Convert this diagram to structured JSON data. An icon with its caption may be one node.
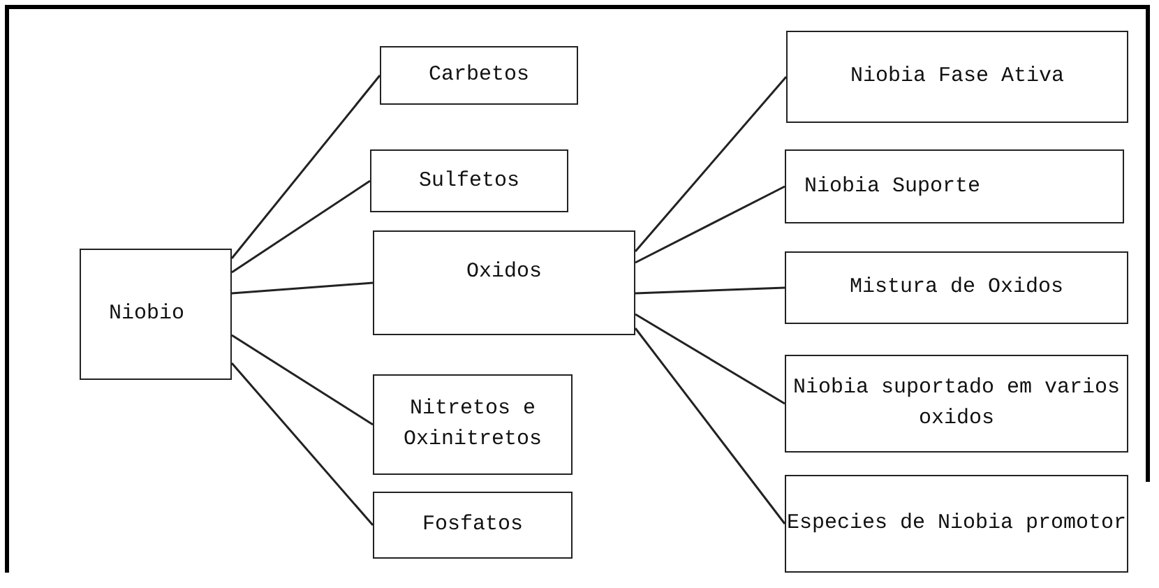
{
  "diagram": {
    "nodes": [
      {
        "text": [
          "Niobio"
        ]
      },
      {
        "text": [
          "Carbetos"
        ]
      },
      {
        "text": [
          "Sulfetos"
        ]
      },
      {
        "text": [
          "Oxidos"
        ]
      },
      {
        "text": [
          "Nitretos e Oxinitretos"
        ]
      },
      {
        "text": [
          "Fosfatos"
        ]
      },
      {
        "text": [
          "Niobia Fase Ativa"
        ]
      },
      {
        "text": [
          "Niobia Suporte"
        ]
      },
      {
        "text": [
          "Mistura de Oxidos"
        ]
      },
      {
        "text": [
          "Niobia suportado em varios oxidos"
        ]
      },
      {
        "text": [
          "Especies de Niobia promotor"
        ]
      }
    ],
    "edges": [
      {
        "from": 0,
        "to": 1,
        "arrow": "none"
      },
      {
        "from": 0,
        "to": 2,
        "arrow": "none"
      },
      {
        "from": 0,
        "to": 3,
        "arrow": "none"
      },
      {
        "from": 0,
        "to": 4,
        "arrow": "none"
      },
      {
        "from": 0,
        "to": 5,
        "arrow": "none"
      },
      {
        "from": 3,
        "to": 6,
        "arrow": "none"
      },
      {
        "from": 3,
        "to": 7,
        "arrow": "none"
      },
      {
        "from": 3,
        "to": 8,
        "arrow": "none"
      },
      {
        "from": 3,
        "to": 9,
        "arrow": "none"
      },
      {
        "from": 3,
        "to": 10,
        "arrow": "none"
      }
    ]
  }
}
